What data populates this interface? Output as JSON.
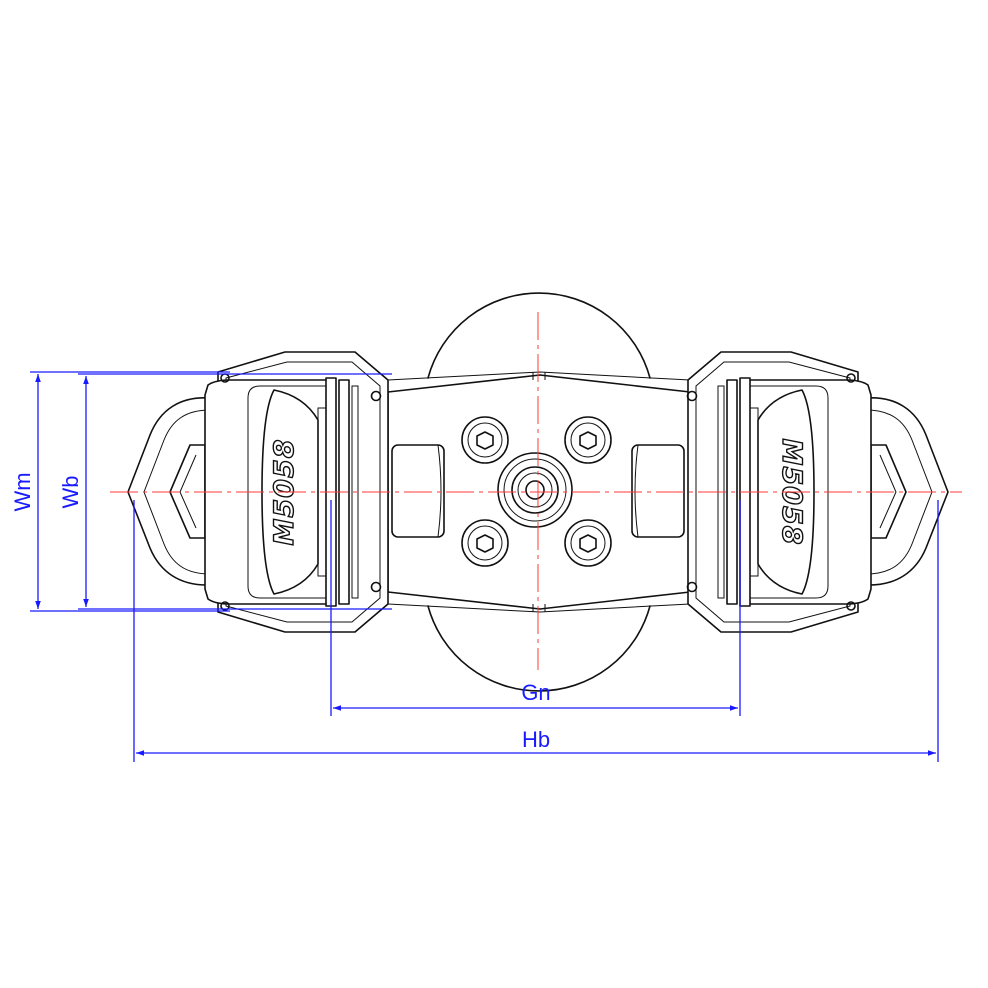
{
  "dimensions": {
    "wm": "Wm",
    "wb": "Wb",
    "gn": "Gn",
    "hb": "Hb"
  },
  "part_marking": "M5058",
  "colors": {
    "dimension": "#1a1aff",
    "centerline": "#ff3b3b",
    "outline": "#111111"
  }
}
